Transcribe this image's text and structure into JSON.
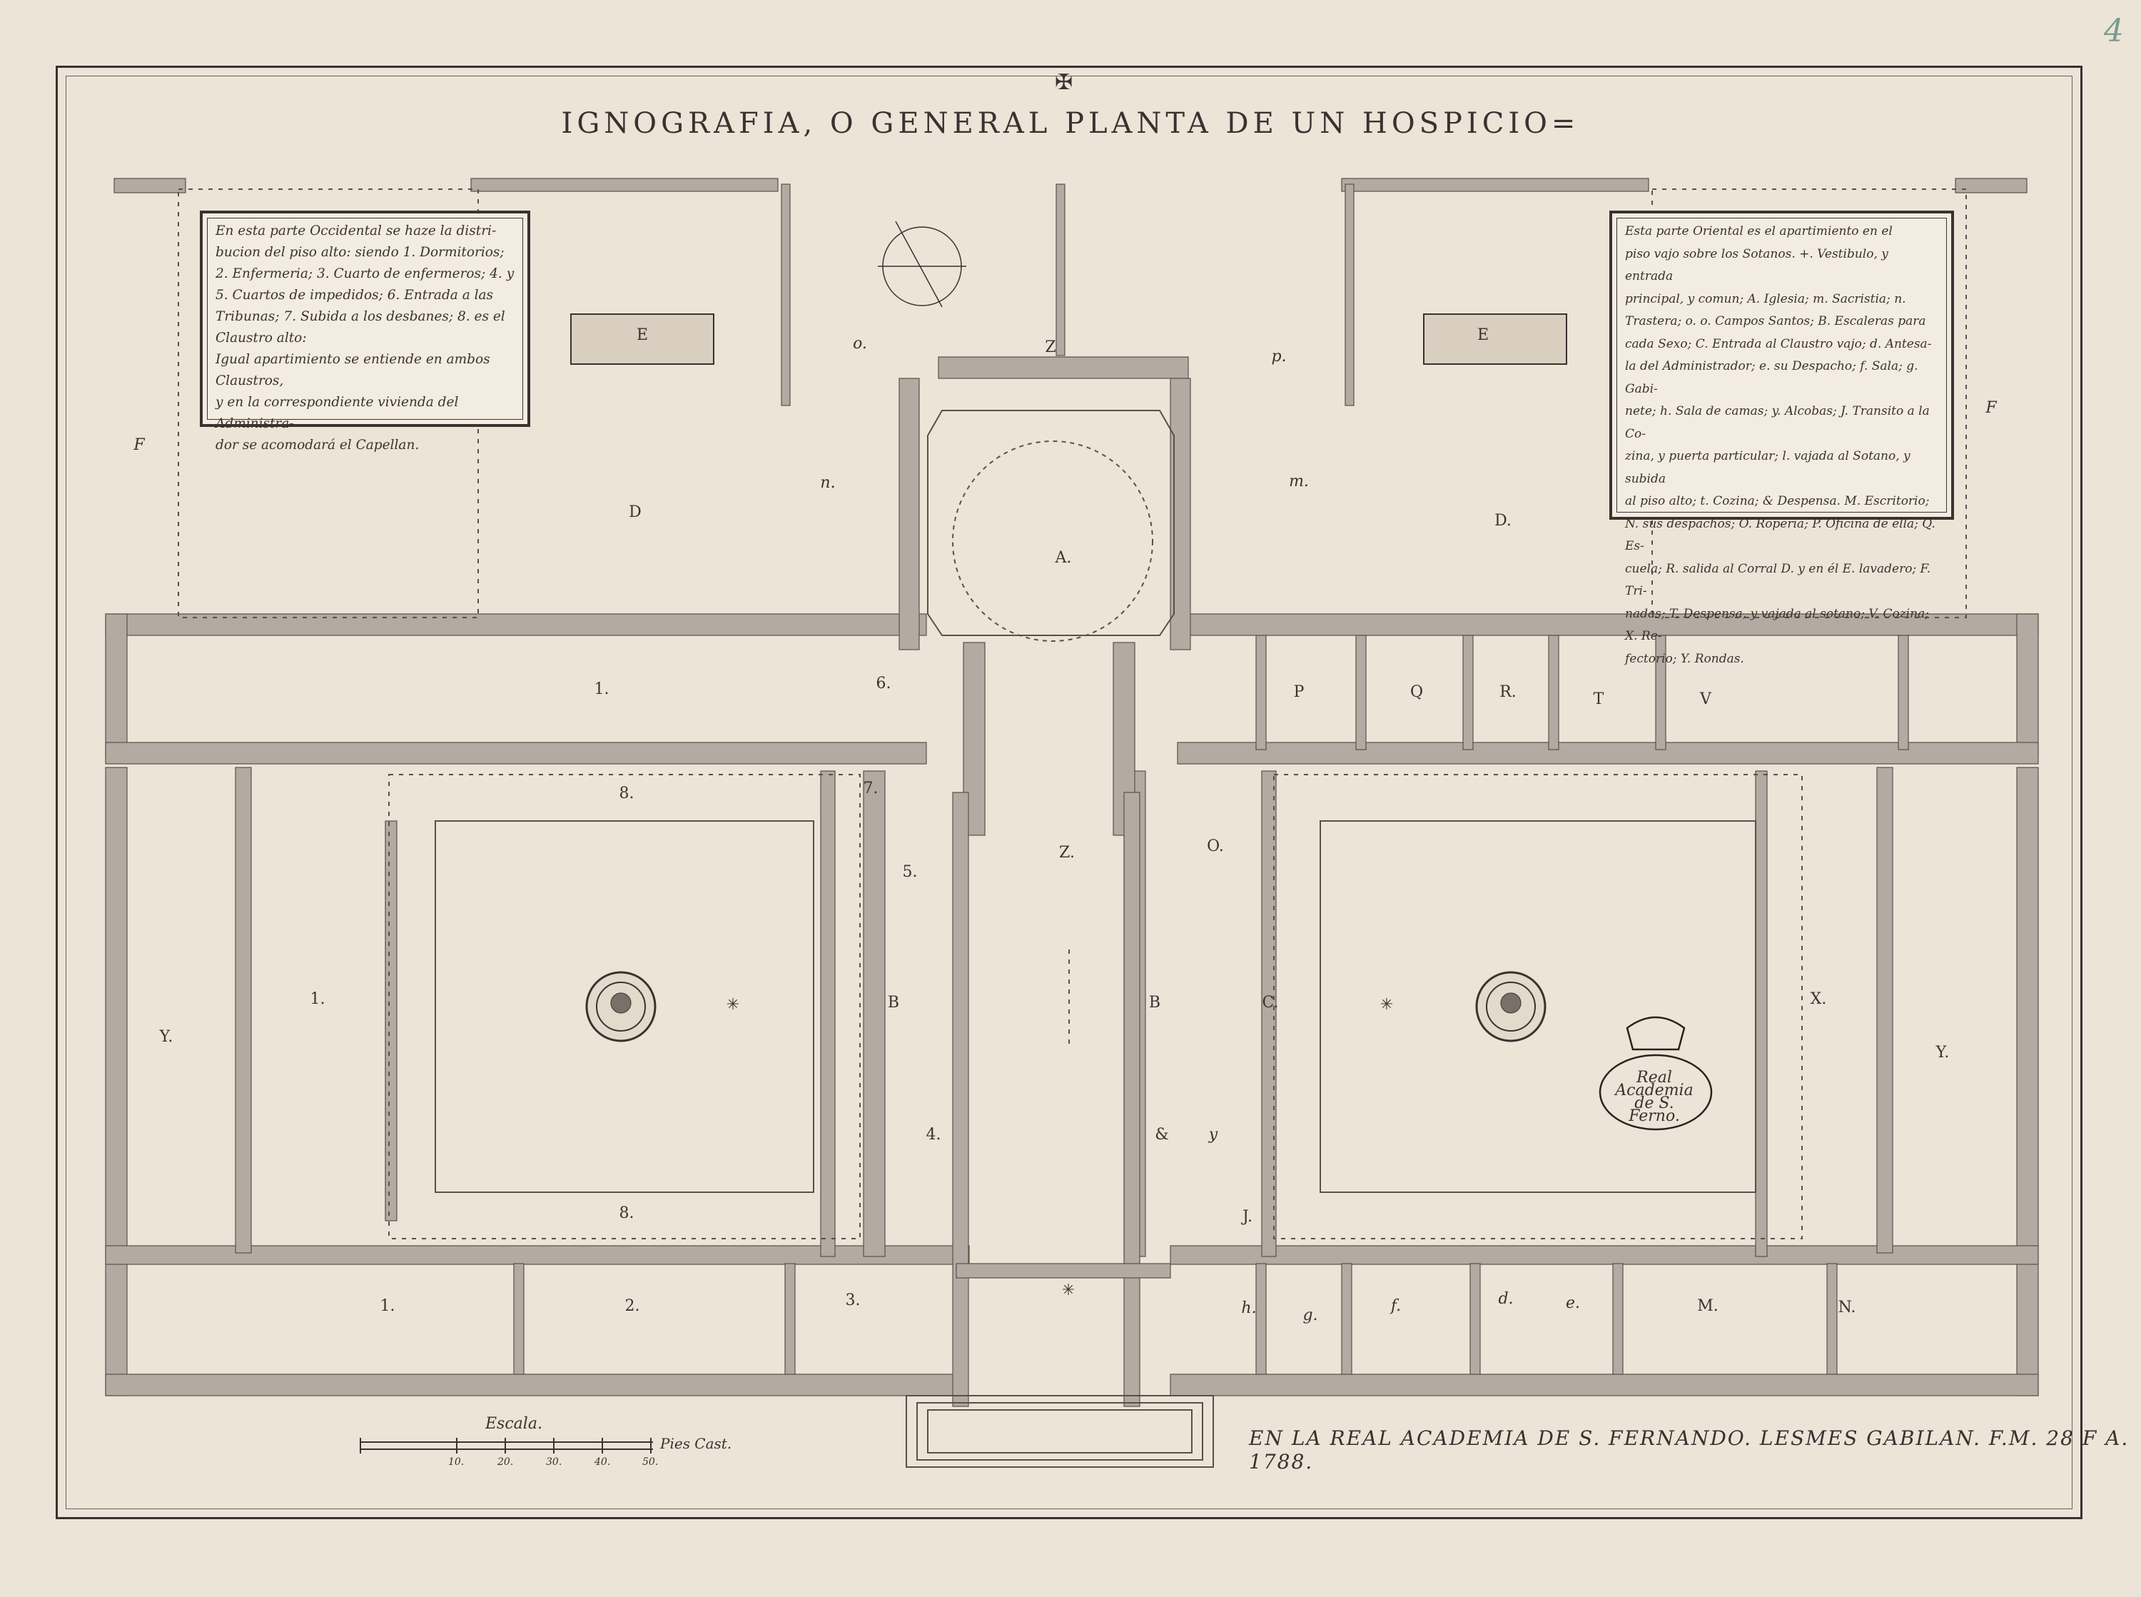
{
  "page_number": "4",
  "title": "IGNOGRAFIA, O GENERAL PLANTA DE UN HOSPICIO=",
  "legend_west": [
    "En esta parte Occidental se haze la distri-",
    "bucion del piso alto: siendo 1. Dormitorios;",
    "2. Enfermeria; 3. Cuarto de enfermeros; 4. y",
    "5. Cuartos de impedidos; 6. Entrada a las",
    "Tribunas; 7. Subida a los desbanes; 8. es el",
    "Claustro alto:",
    "Igual apartimiento se entiende en ambos Claustros,",
    "y en la correspondiente vivienda del Administra-",
    "dor se acomodará el Capellan."
  ],
  "legend_east": [
    "Esta parte Oriental es el apartimiento en el",
    "piso vajo sobre los Sotanos. +. Vestibulo, y entrada",
    "principal, y comun; A. Iglesia; m. Sacristia; n.",
    "Trastera; o. o. Campos Santos; B. Escaleras para",
    "cada Sexo; C. Entrada al Claustro vajo; d. Antesa-",
    "la del Administrador; e. su Despacho; f. Sala; g. Gabi-",
    "nete; h. Sala de camas; y. Alcobas; J. Transito a la Co-",
    "zina, y puerta particular; l. vajada al Sotano, y subida",
    "al piso alto; t. Cozina; & Despensa. M. Escritorio;",
    "N. sus despachos; O. Roperia; P. Oficina de ella; Q. Es-",
    "cuela; R. salida al Corral D. y en él E. lavadero; F. Tri-",
    "nadas; T. Despensa, y vajada al sotano; V. Cozina; X. Re-",
    "fectorio; Y. Rondas."
  ],
  "room_labels": {
    "a": "A.",
    "b1": "B",
    "b2": "B",
    "c": "C.",
    "d1": "D",
    "d2": "D.",
    "e1": "E",
    "e2": "E",
    "f1": "F",
    "f2": "F",
    "o1": "o.",
    "o2": "p.",
    "n": "n.",
    "m": "m.",
    "z1": "Z",
    "z2": "Z.",
    "six": "6.",
    "one_top": "1.",
    "eight_top": "8.",
    "eight_bot": "8.",
    "one_left": "1.",
    "one_bot": "1.",
    "two_bot": "2.",
    "three_bot": "3.",
    "four": "4.",
    "five": "5.",
    "seven": "7.",
    "j": "J.",
    "y_left": "Y.",
    "y_right": "Y.",
    "x": "X.",
    "p": "P",
    "q": "Q",
    "r": "R.",
    "t": "T",
    "v": "V",
    "o_big": "O.",
    "y_small": "y",
    "h": "h.",
    "g": "g.",
    "f_small": "f.",
    "d_small": "d.",
    "e_small": "e.",
    "m_big": "M.",
    "n_big": "N.",
    "amp": "&",
    "star": "✳"
  },
  "scale": {
    "title": "Escala.",
    "ticks": [
      "10.",
      "20.",
      "30.",
      "40.",
      "50."
    ],
    "unit": "Pies Cast."
  },
  "signature": "EN LA REAL ACADEMIA DE S. FERNANDO. LESMES GABILAN. F.M. 28 F A. 1788.",
  "seal_text": [
    "Real",
    "Academia",
    "de S.",
    "Ferno."
  ],
  "colors": {
    "paper": "#ece4d6",
    "ink": "#3a3230",
    "wash": "#b3aaa2",
    "wall": "#a9a09a"
  }
}
